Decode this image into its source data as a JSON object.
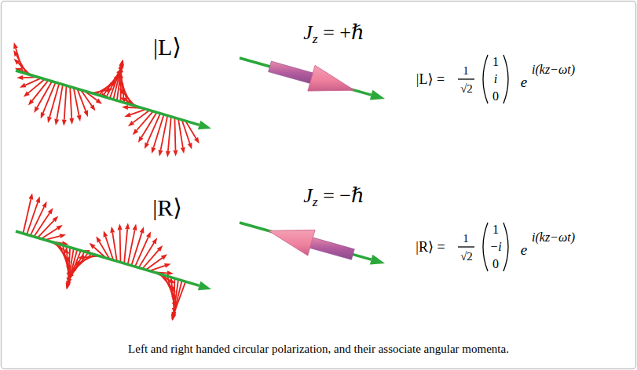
{
  "diagram": {
    "caption": "Left and right handed circular polarization, and their associate angular momenta.",
    "labels": [
      "|L⟩",
      "Jz = +ℏ",
      "|L⟩ =",
      "1",
      "√2",
      "1",
      "i",
      "0",
      "e",
      "i(kz−ωt)",
      "|R⟩",
      "Jz = −ℏ",
      "|R⟩ =",
      "1",
      "√2",
      "1",
      "−i",
      "0",
      "e",
      "i(kz−ωt)"
    ]
  }
}
